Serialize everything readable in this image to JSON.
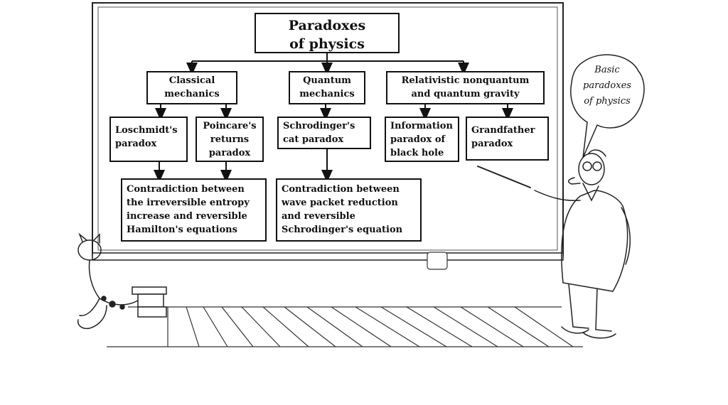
{
  "diagram": {
    "root": "Paradoxes\nof physics",
    "branches": {
      "classical": "Classical\nmechanics",
      "quantum": "Quantum\nmechanics",
      "relativistic": "Relativistic nonquantum\nand quantum gravity"
    },
    "paradoxes": {
      "loschmidt": "Loschmidt's\nparadox",
      "poincare": "Poincare's\nreturns\nparadox",
      "schrodinger": "Schrodinger's\ncat paradox",
      "information": "Information\nparadox of\nblack hole",
      "grandfather": "Grandfather\nparadox"
    },
    "contradictions": {
      "classical": "Contradiction between\nthe irreversible entropy\nincrease and reversible\nHamilton's equations",
      "quantum": "Contradiction between\nwave packet reduction\nand reversible\nSchrodinger's equation"
    }
  },
  "speech_bubble": {
    "text": "Basic\nparadoxes\nof physics"
  }
}
